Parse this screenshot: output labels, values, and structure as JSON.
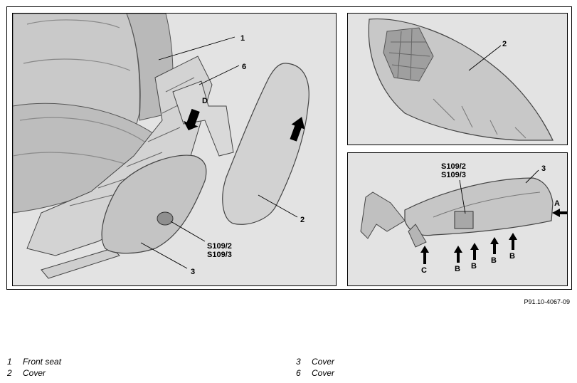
{
  "figure": {
    "ref": "P91.10-4067-09",
    "panel_main": {
      "callouts": {
        "c1": "1",
        "c6": "6",
        "cD": "D",
        "c2": "2",
        "c3": "3",
        "cS1": "S109/2",
        "cS2": "S109/3"
      }
    },
    "panel_cover": {
      "callouts": {
        "c2": "2"
      }
    },
    "panel_inner": {
      "callouts": {
        "cS1": "S109/2",
        "cS2": "S109/3",
        "c3": "3",
        "cA": "A",
        "cC": "C",
        "cB1": "B",
        "cB2": "B",
        "cB3": "B",
        "cB4": "B"
      }
    }
  },
  "legend": [
    {
      "num": "1",
      "label": "Front seat"
    },
    {
      "num": "2",
      "label": "Cover"
    },
    {
      "num": "3",
      "label": "Cover"
    },
    {
      "num": "6",
      "label": "Cover"
    }
  ]
}
